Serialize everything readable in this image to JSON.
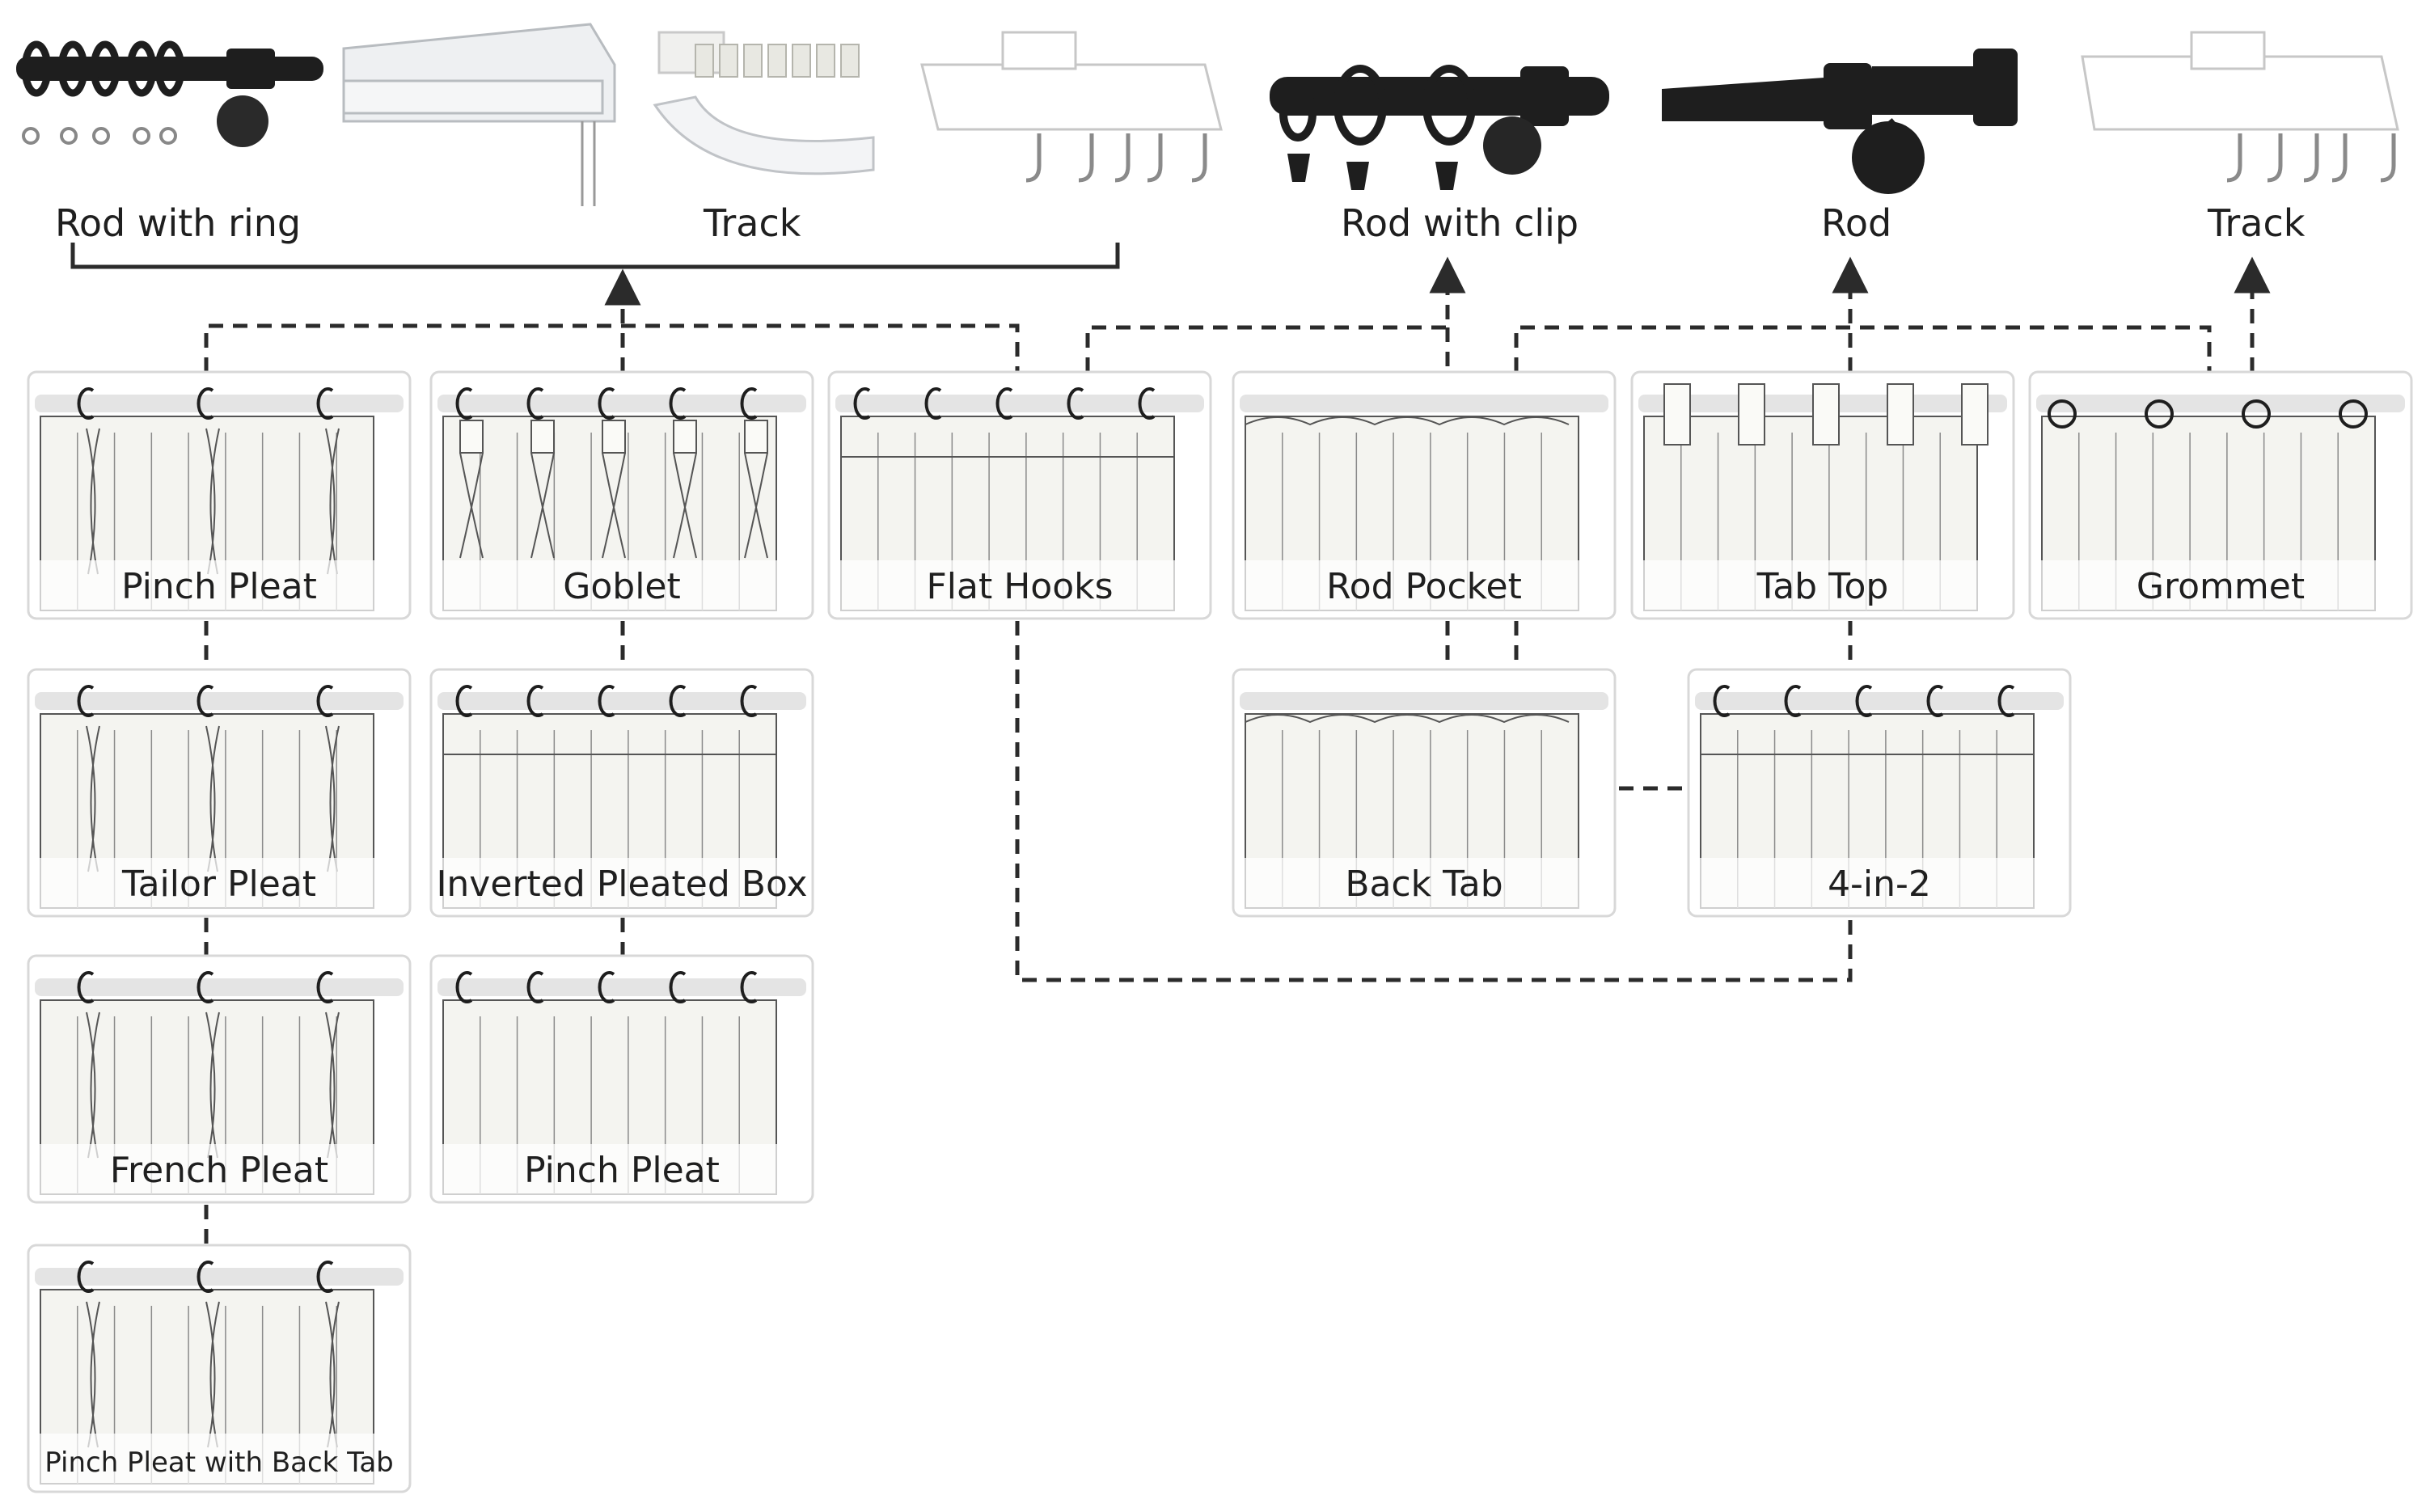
{
  "hardware": [
    {
      "id": "rod-with-ring",
      "label": "Rod with ring"
    },
    {
      "id": "track-group",
      "label": "Track"
    },
    {
      "id": "rod-with-clip",
      "label": "Rod with clip"
    },
    {
      "id": "rod",
      "label": "Rod"
    },
    {
      "id": "track",
      "label": "Track"
    }
  ],
  "headings": {
    "pinch_pleat": "Pinch Pleat",
    "goblet": "Goblet",
    "flat_hooks": "Flat Hooks",
    "rod_pocket": "Rod Pocket",
    "tab_top": "Tab Top",
    "grommet": "Grommet",
    "tailor_pleat": "Tailor Pleat",
    "inverted_pleated_box": "Inverted Pleated Box",
    "back_tab": "Back Tab",
    "four_in_two": "4-in-2",
    "french_pleat": "French Pleat",
    "pinch_pleat_2": "Pinch Pleat",
    "pinch_pleat_back_tab": "Pinch Pleat with Back Tab"
  },
  "colors": {
    "line": "#2b2b2b",
    "card_fill": "#f4f4f0",
    "card_border": "#d8d8d8",
    "rod": "#1e1e1e",
    "track": "#f2f2f2"
  }
}
